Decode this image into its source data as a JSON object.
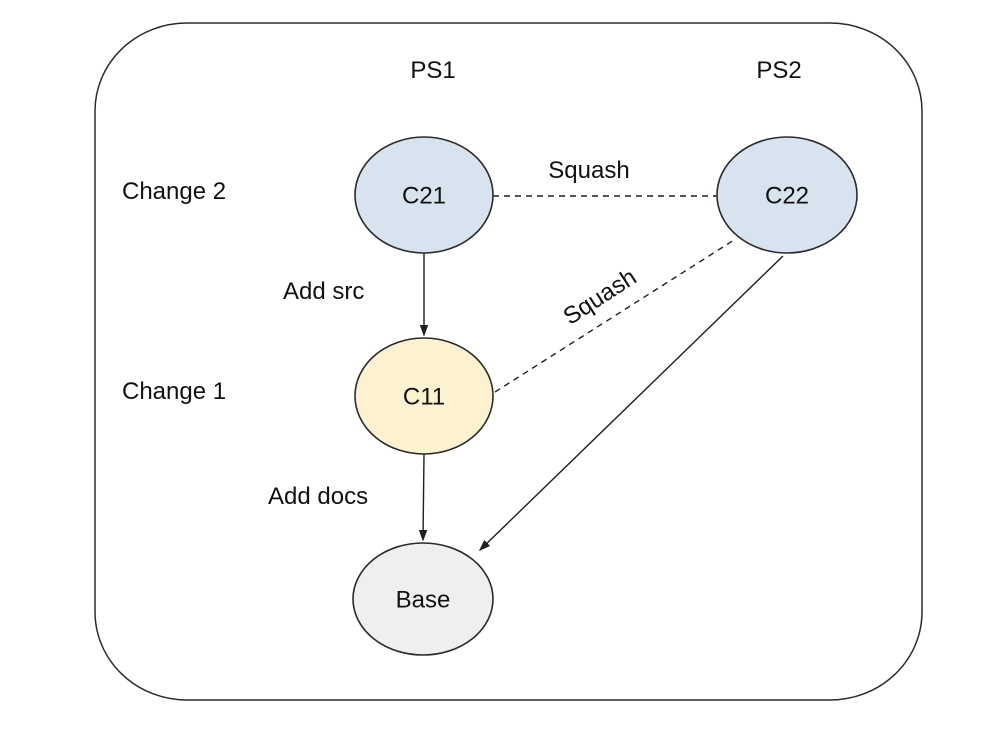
{
  "diagram": {
    "columns": [
      {
        "label": "PS1"
      },
      {
        "label": "PS2"
      }
    ],
    "rows": [
      {
        "label": "Change 2"
      },
      {
        "label": "Change 1"
      }
    ],
    "nodes": [
      {
        "id": "C21",
        "label": "C21",
        "fill": "#d8e3f0",
        "column": "PS1",
        "row": "Change 2"
      },
      {
        "id": "C22",
        "label": "C22",
        "fill": "#d8e3f0",
        "column": "PS2",
        "row": "Change 2"
      },
      {
        "id": "C11",
        "label": "C11",
        "fill": "#fcf2d0",
        "column": "PS1",
        "row": "Change 1"
      },
      {
        "id": "Base",
        "label": "Base",
        "fill": "#efefef"
      }
    ],
    "edges": [
      {
        "from": "C21",
        "to": "C11",
        "label": "Add src",
        "style": "solid",
        "arrow": true
      },
      {
        "from": "C11",
        "to": "Base",
        "label": "Add docs",
        "style": "solid",
        "arrow": true
      },
      {
        "from": "C22",
        "to": "Base",
        "label": "",
        "style": "solid",
        "arrow": true
      },
      {
        "from": "C21",
        "to": "C22",
        "label": "Squash",
        "style": "dashed",
        "arrow": false
      },
      {
        "from": "C11",
        "to": "C22",
        "label": "Squash",
        "style": "dashed",
        "arrow": false
      }
    ],
    "colors": {
      "node_blue": "#d8e3f0",
      "node_yellow": "#fcf2d0",
      "node_gray": "#efefef",
      "stroke": "#2b2b2b",
      "text": "#111111",
      "background": "#ffffff"
    }
  }
}
